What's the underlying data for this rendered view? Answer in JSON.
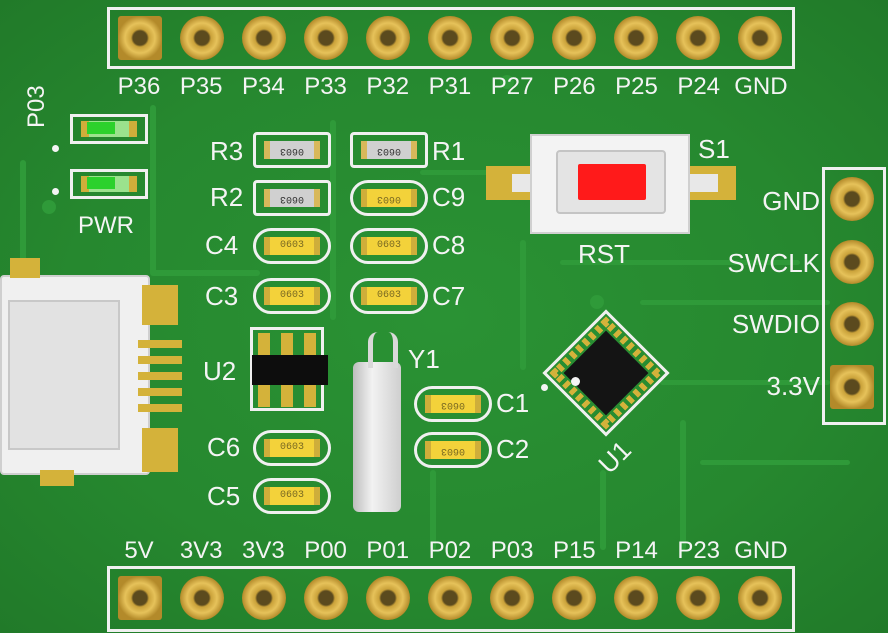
{
  "board": {
    "top_pins": [
      "P36",
      "P35",
      "P34",
      "P33",
      "P32",
      "P31",
      "P27",
      "P26",
      "P25",
      "P24",
      "GND"
    ],
    "bottom_pins": [
      "5V",
      "3V3",
      "3V3",
      "P00",
      "P01",
      "P02",
      "P03",
      "P15",
      "P14",
      "P23",
      "GND"
    ],
    "swd_pins": [
      "GND",
      "SWCLK",
      "SWDIO",
      "3.3V"
    ],
    "led_labels": {
      "p03": "P03",
      "pwr": "PWR"
    },
    "button": {
      "ref": "S1",
      "label": "RST"
    },
    "refs": {
      "r3": "R3",
      "r2": "R2",
      "r1": "R1",
      "c1": "C1",
      "c2": "C2",
      "c3": "C3",
      "c4": "C4",
      "c5": "C5",
      "c6": "C6",
      "c7": "C7",
      "c8": "C8",
      "c9": "C9",
      "u1": "U1",
      "u2": "U2",
      "y1": "Y1"
    },
    "part_marking": "0603",
    "colors": {
      "pcb": "#26882f",
      "silkscreen": "#f4f4f4",
      "pad": "#e6c25a",
      "button": "#ff1a1a",
      "led": "#2cd12c"
    }
  }
}
